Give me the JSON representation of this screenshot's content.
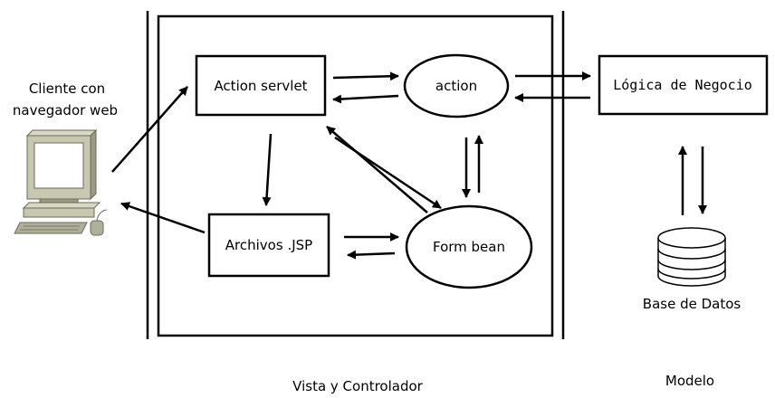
{
  "client": {
    "label_line1": "Cliente con",
    "label_line2": "navegador web"
  },
  "vista_controlador": {
    "caption": "Vista y Controlador",
    "action_servlet": "Action servlet",
    "action": "action",
    "archivos_jsp": "Archivos .JSP",
    "form_bean": "Form bean"
  },
  "modelo": {
    "caption": "Modelo",
    "logica_negocio": "Lógica de Negocio",
    "base_datos": "Base de Datos"
  }
}
